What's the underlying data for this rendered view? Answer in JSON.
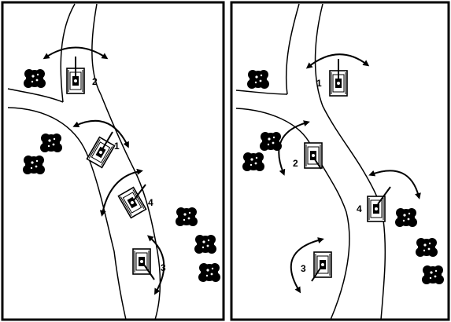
{
  "panels": [
    {
      "name": "left-panel",
      "vehicles": [
        {
          "id": "v1",
          "label": "1"
        },
        {
          "id": "v2",
          "label": "2"
        },
        {
          "id": "v3",
          "label": "3"
        },
        {
          "id": "v4",
          "label": "4"
        }
      ]
    },
    {
      "name": "right-panel",
      "vehicles": [
        {
          "id": "v1",
          "label": "1"
        },
        {
          "id": "v2",
          "label": "2"
        },
        {
          "id": "v3",
          "label": "3"
        },
        {
          "id": "v4",
          "label": "4"
        }
      ]
    }
  ],
  "colors": {
    "ink": "#000000",
    "background": "#ffffff"
  }
}
